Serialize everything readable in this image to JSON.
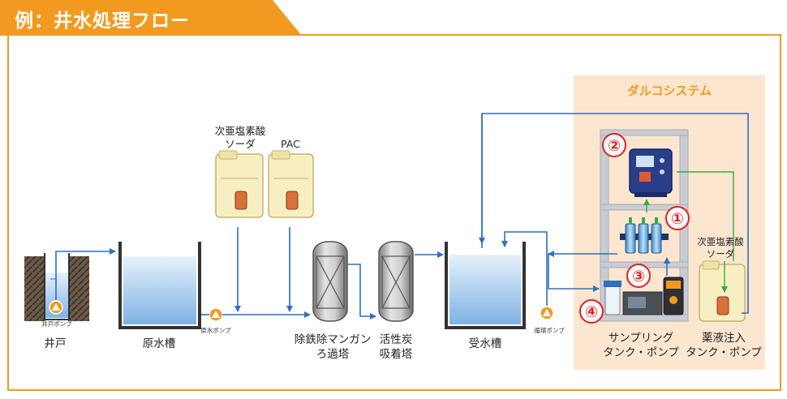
{
  "title": "例：井水処理フロー",
  "system_label": "ダルコシステム",
  "labels": {
    "well": "井戸",
    "raw_tank": "原水槽",
    "filter_tower": "除鉄除マンガン\nろ過塔",
    "carbon_tower": "活性炭\n吸着塔",
    "receiving_tank": "受水槽",
    "sampling": "サンプリング\nタンク・ポンプ",
    "chem_injection": "薬液注入\nタンク・ポンプ",
    "hypochlorite": "次亜塩素酸\nソーダ",
    "pac": "PAC",
    "hypochlorite_right": "次亜塩素酸\nソーダ"
  },
  "pump_labels": {
    "well_pump": "井戸ポンプ",
    "raw_pump": "原水ポンプ",
    "circ_pump": "循環ポンプ"
  },
  "markers": [
    "②",
    "①",
    "③",
    "④"
  ],
  "colors": {
    "accent": "#f29a1f",
    "system_bg": "#fde6cf",
    "flow_blue": "#2f6fc0",
    "signal_green": "#3aaa48",
    "marker_red": "#e02020"
  }
}
